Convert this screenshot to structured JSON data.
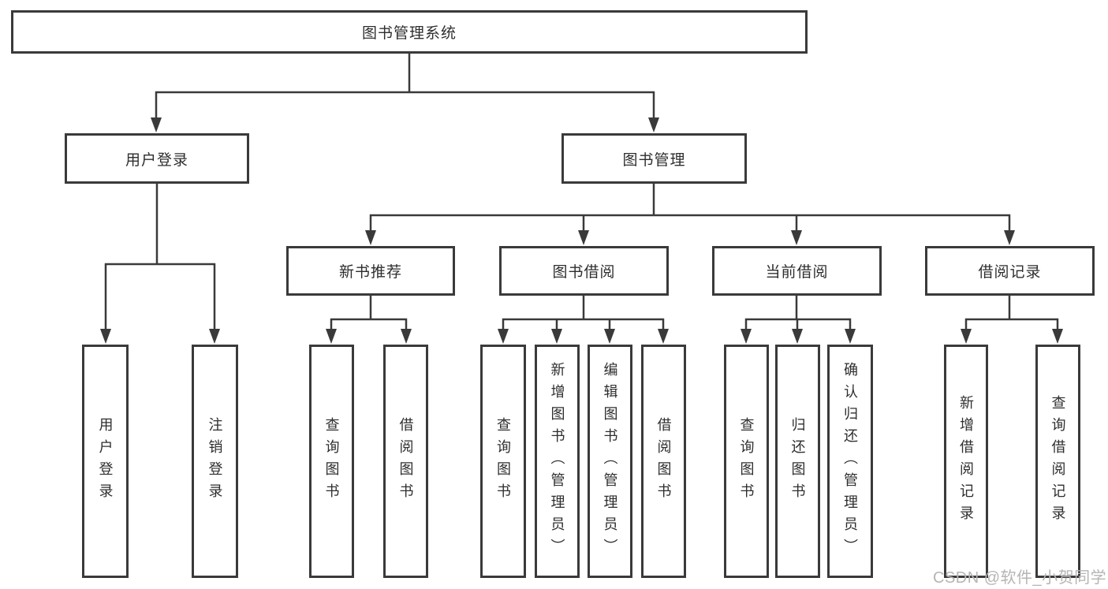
{
  "colors": {
    "line": "#3a3a3a",
    "border": "#3a3a3a",
    "text": "#2e2e2e",
    "watermark": "#b5b5b5",
    "box_bg": "#ffffff",
    "page_bg": "#ffffff"
  },
  "nodes": {
    "root": "图书管理系统",
    "user_login": "用户登录",
    "book_mgmt": "图书管理",
    "new_books": "新书推荐",
    "book_borrow": "图书借阅",
    "current_borrow": "当前借阅",
    "borrow_records": "借阅记录",
    "leaves": {
      "user_login": [
        "用户登录",
        "注销登录"
      ],
      "new_books": [
        "查询图书",
        "借阅图书"
      ],
      "book_borrow": [
        "查询图书",
        "新增图书（管理员）",
        "编辑图书（管理员）",
        "借阅图书"
      ],
      "current_borrow": [
        "查询图书",
        "归还图书",
        "确认归还（管理员）"
      ],
      "borrow_records": [
        "新增借阅记录",
        "查询借阅记录"
      ]
    }
  },
  "watermark": "CSDN @软件_小贺同学"
}
